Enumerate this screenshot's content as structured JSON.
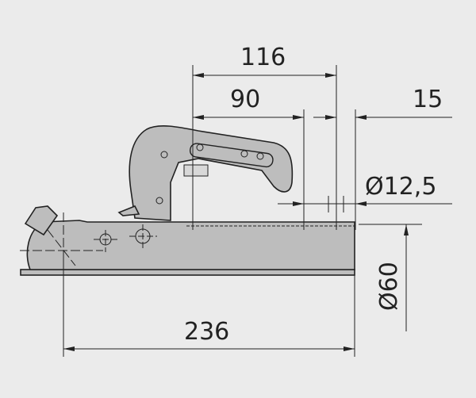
{
  "drawing": {
    "dimensions": {
      "length_116": "116",
      "length_90": "90",
      "length_15": "15",
      "hole_diameter": "Ø12,5",
      "ball_diameter": "Ø60",
      "overall_length": "236"
    },
    "colors": {
      "background": "#ebebeb",
      "part_fill": "#bdbdbd",
      "line": "#222222"
    }
  }
}
